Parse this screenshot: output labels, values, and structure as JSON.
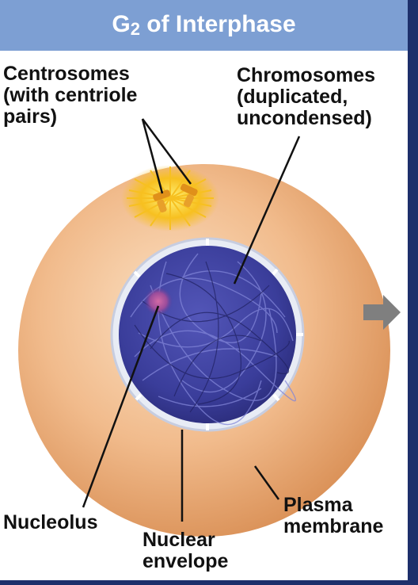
{
  "title": {
    "prefix": "G",
    "subscript": "2",
    "rest": " of Interphase"
  },
  "labels": {
    "centrosomes": "Centrosomes\n(with centriole\npairs)",
    "chromosomes": "Chromosomes\n(duplicated,\nuncondensed)",
    "nucleolus": "Nucleolus",
    "nuclear_envelope": "Nuclear\nenvelope",
    "plasma_membrane": "Plasma\nmembrane"
  },
  "colors": {
    "title_bar": "#7d9fd3",
    "frame": "#1d2f6b",
    "cell": "#f0b889",
    "nucleus": "#3b3e9c",
    "centrosome": "#f7c020",
    "arrow": "#7f7f7f"
  },
  "icons": {
    "next_arrow": "arrow-right-icon"
  }
}
